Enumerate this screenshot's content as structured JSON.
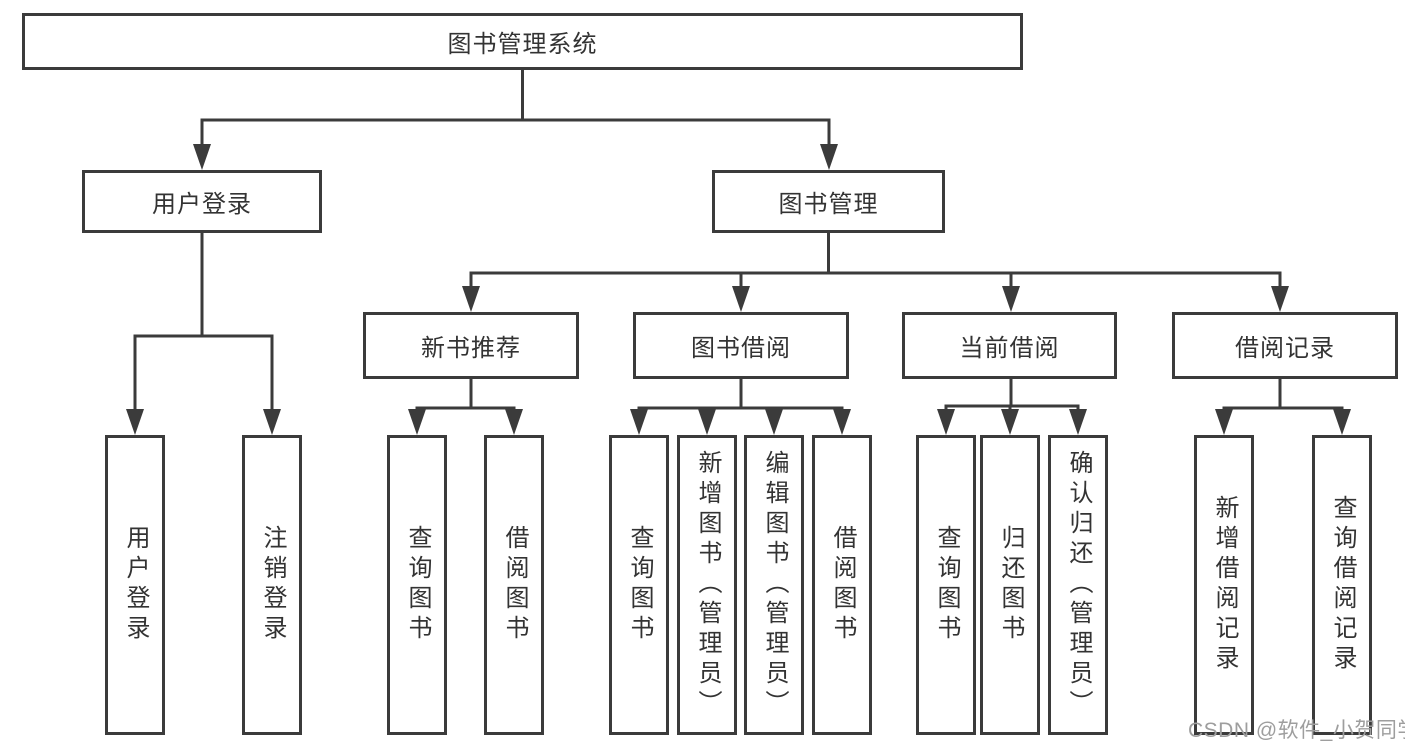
{
  "diagram": {
    "root": {
      "label": "图书管理系统"
    },
    "level2": [
      {
        "label": "用户登录"
      },
      {
        "label": "图书管理"
      }
    ],
    "level3": [
      {
        "label": "新书推荐",
        "parent": "图书管理"
      },
      {
        "label": "图书借阅",
        "parent": "图书管理"
      },
      {
        "label": "当前借阅",
        "parent": "图书管理"
      },
      {
        "label": "借阅记录",
        "parent": "图书管理"
      }
    ],
    "leaves": [
      {
        "label": "用户登录",
        "parent": "用户登录"
      },
      {
        "label": "注销登录",
        "parent": "用户登录"
      },
      {
        "label": "查询图书",
        "parent": "新书推荐"
      },
      {
        "label": "借阅图书",
        "parent": "新书推荐"
      },
      {
        "label": "查询图书",
        "parent": "图书借阅"
      },
      {
        "label": "新增图书（管理员）",
        "parent": "图书借阅"
      },
      {
        "label": "编辑图书（管理员）",
        "parent": "图书借阅"
      },
      {
        "label": "借阅图书",
        "parent": "图书借阅"
      },
      {
        "label": "查询图书",
        "parent": "当前借阅"
      },
      {
        "label": "归还图书",
        "parent": "当前借阅"
      },
      {
        "label": "确认归还（管理员）",
        "parent": "当前借阅"
      },
      {
        "label": "新增借阅记录",
        "parent": "借阅记录"
      },
      {
        "label": "查询借阅记录",
        "parent": "借阅记录"
      }
    ]
  },
  "watermark": {
    "text": "CSDN @软件_小贺同学"
  },
  "colors": {
    "line": "#3b3b3b",
    "text": "#333333",
    "background": "#ffffff",
    "watermark": "#9e9e9e"
  }
}
